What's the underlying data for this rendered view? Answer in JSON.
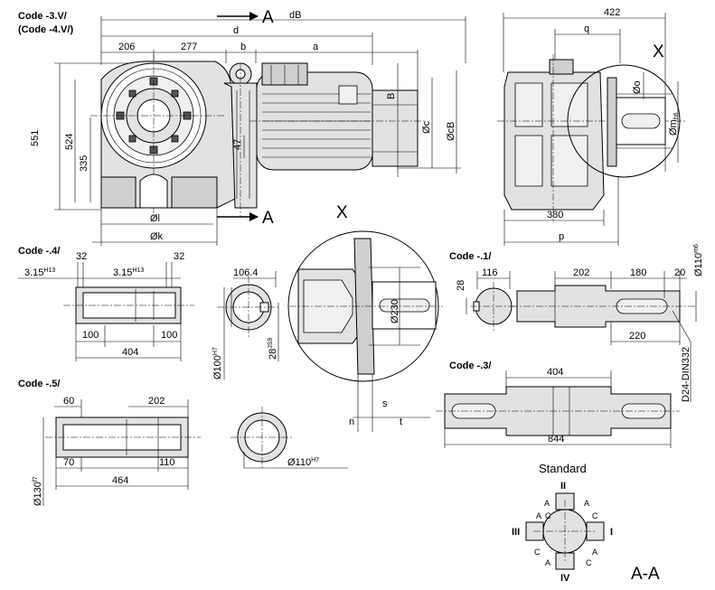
{
  "views": {
    "main": {
      "code_line1": "Code -3.V/",
      "code_line2": "(Code -4.V/)",
      "section_a_top": "A",
      "section_a_bottom": "A",
      "dim_dB": "dB",
      "dim_d": "d",
      "dim_206": "206",
      "dim_277": "277",
      "dim_b": "b",
      "dim_a": "a",
      "dim_551": "551",
      "dim_524": "524",
      "dim_335": "335",
      "dim_47": "47",
      "dim_B": "B",
      "dim_phi_c": "Øc",
      "dim_phi_cB": "ØcB",
      "dim_phi_l": "Øl",
      "dim_phi_k": "Øk"
    },
    "side": {
      "dim_422": "422",
      "dim_q": "q",
      "detail_x": "X",
      "dim_phi_o": "Øo",
      "dim_phi_m": "Øm",
      "dim_phi_m_tol": "h6",
      "dim_380": "380",
      "dim_p": "p"
    },
    "detail": {
      "title": "X",
      "dim_phi_230": "Ø230",
      "dim_s": "s",
      "dim_n": "n",
      "dim_t": "t"
    },
    "code4": {
      "title": "Code -.4/",
      "dim_32_left": "32",
      "dim_32_right": "32",
      "dim_315_left": "3.15",
      "tol_left": "H13",
      "dim_315_mid": "3.15",
      "tol_mid": "H13",
      "dim_100_left": "100",
      "dim_100_right": "100",
      "dim_404": "404"
    },
    "code4_section": {
      "dim_106_4": "106.4",
      "dim_phi_100": "Ø100",
      "tol_phi_100": "H7",
      "dim_28": "28",
      "tol_28": "JS9"
    },
    "code5": {
      "title": "Code -.5/",
      "dim_60": "60",
      "dim_202": "202",
      "dim_phi_130": "Ø130",
      "tol_phi_130": "f7",
      "dim_70": "70",
      "dim_110": "110",
      "dim_464": "464"
    },
    "code5_section": {
      "dim_phi_110": "Ø110",
      "tol_phi_110": "H7"
    },
    "code1": {
      "title": "Code -.1/",
      "dim_116": "116",
      "dim_28": "28",
      "dim_202": "202",
      "dim_180": "180",
      "dim_20": "20",
      "dim_phi_110": "Ø110",
      "tol_phi_110": "m6",
      "dim_220": "220",
      "center_hole": "D24-DIN332"
    },
    "code3": {
      "title": "Code -.3/",
      "dim_404": "404",
      "dim_844": "844"
    },
    "mounting": {
      "title": "Standard",
      "section": "A-A",
      "pos_top": "II",
      "pos_bottom": "IV",
      "pos_left": "III",
      "pos_right": "I",
      "letter_a": "A",
      "letter_c": "C"
    }
  }
}
